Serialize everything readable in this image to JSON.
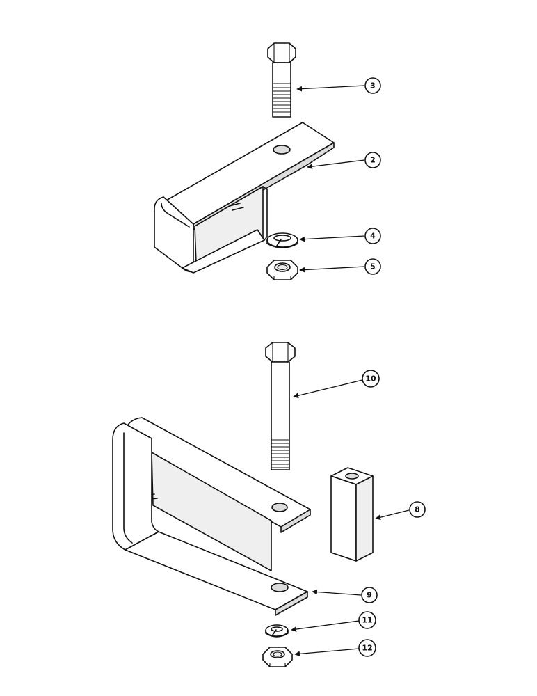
{
  "diagram": {
    "callouts": [
      "3",
      "2",
      "4",
      "5",
      "10",
      "8",
      "9",
      "11",
      "12"
    ]
  },
  "colors": {
    "line": "#111111",
    "background": "#ffffff"
  }
}
